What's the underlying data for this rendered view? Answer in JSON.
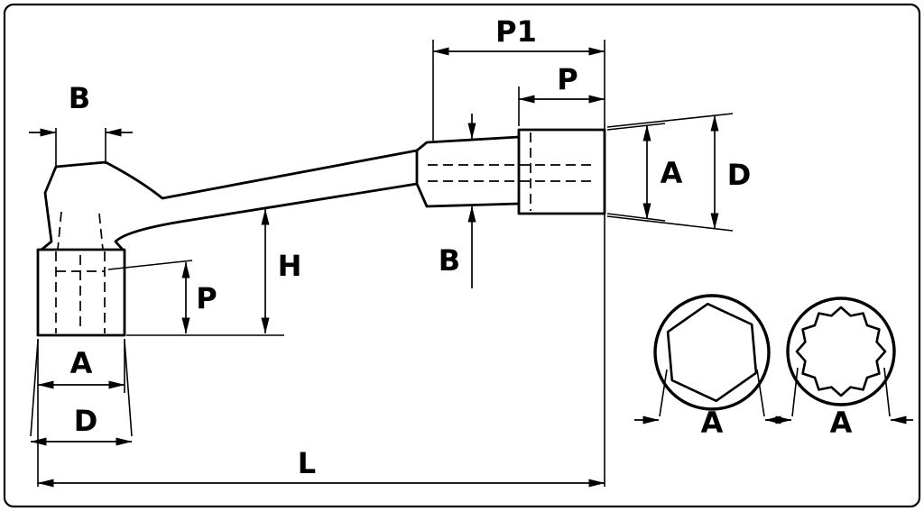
{
  "diagram": {
    "colors": {
      "line": "#000000",
      "background": "#ffffff"
    },
    "labels": {
      "neck_width_b": "B",
      "p1": "P1",
      "socket_p": "P",
      "socket_a": "A",
      "socket_d": "D",
      "height_h": "H",
      "depth_p": "P",
      "hex_flats_b": "B",
      "base_a": "A",
      "base_d": "D",
      "length_l": "L",
      "hex_profile_a": "A",
      "bihex_profile_a": "A"
    }
  }
}
